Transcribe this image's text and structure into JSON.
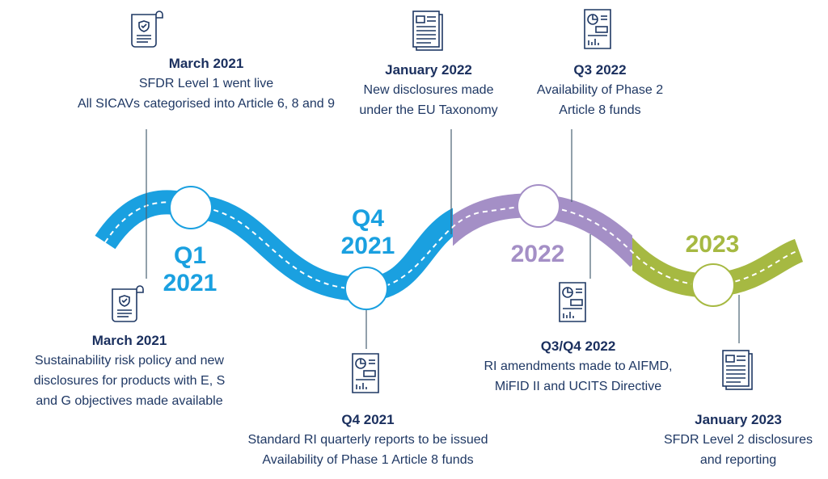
{
  "colors": {
    "blue": "#1aa0e0",
    "purple": "#a48fc6",
    "green": "#a6b942",
    "navy": "#1f3864",
    "connector": "#4a6273"
  },
  "periods": {
    "q1_2021": {
      "line1": "Q1",
      "line2": "2021"
    },
    "q4_2021": {
      "line1": "Q4",
      "line2": "2021"
    },
    "y2022": {
      "line1": "2022"
    },
    "y2023": {
      "line1": "2023"
    }
  },
  "milestones": {
    "march_2021_top": {
      "title": "March 2021",
      "lines": [
        "SFDR Level 1 went live",
        "All SICAVs categorised into Article 6, 8 and 9"
      ],
      "icon": "certificate-icon"
    },
    "march_2021_bottom": {
      "title": "March 2021",
      "lines": [
        "Sustainability risk policy and new",
        "disclosures for products with E, S",
        "and G objectives made available"
      ],
      "icon": "certificate-icon"
    },
    "q4_2021": {
      "title": "Q4 2021",
      "lines": [
        "Standard RI quarterly reports to be issued",
        "Availability of Phase 1 Article 8 funds"
      ],
      "icon": "report-icon"
    },
    "january_2022": {
      "title": "January 2022",
      "lines": [
        "New disclosures made",
        "under the EU Taxonomy"
      ],
      "icon": "documents-icon"
    },
    "q3_2022": {
      "title": "Q3 2022",
      "lines": [
        "Availability of Phase 2",
        "Article 8 funds"
      ],
      "icon": "report-icon"
    },
    "q3_q4_2022": {
      "title": "Q3/Q4 2022",
      "lines": [
        "RI amendments made to AIFMD,",
        "MiFID II and UCITS Directive"
      ],
      "icon": "report-icon"
    },
    "january_2023": {
      "title": "January 2023",
      "lines": [
        "SFDR Level 2 disclosures",
        "and reporting"
      ],
      "icon": "documents-icon"
    }
  }
}
